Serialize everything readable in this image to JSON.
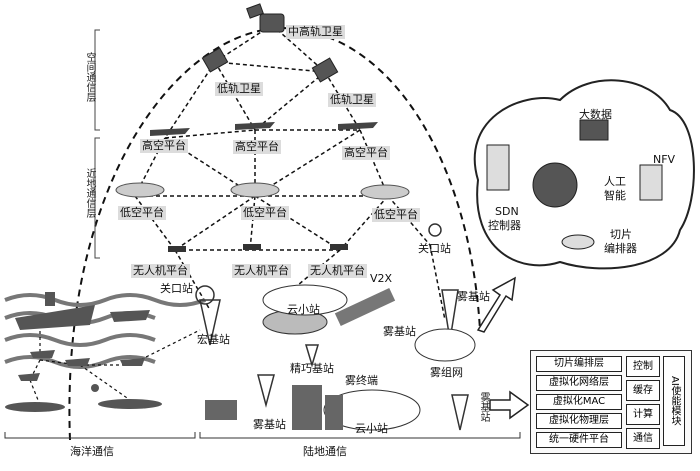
{
  "layers": {
    "space": "空间通信层",
    "near_ground": "近地通信层",
    "ocean": "海洋通信",
    "land": "陆地通信"
  },
  "sky": {
    "mid_high_sat": "中高轨卫星",
    "leo_left": "低轨卫星",
    "leo_right": "低轨卫星",
    "high_alt_1": "高空平台",
    "high_alt_2": "高空平台",
    "high_alt_3": "高空平台",
    "low_alt_1": "低空平台",
    "low_alt_2": "低空平台",
    "low_alt_3": "低空平台",
    "uav_1": "无人机平台",
    "uav_2": "无人机平台",
    "uav_3": "无人机平台"
  },
  "ground": {
    "gateway_left": "关口站",
    "gateway_right": "关口站",
    "macro_bs": "宏基站",
    "cloud_station_top": "云小站",
    "cloud_station_bottom": "云小站",
    "v2x": "V2X",
    "fog_bs_top": "雾基站",
    "fog_bs_mid": "雾基站",
    "fog_bs_left": "雾基站",
    "fog_bs_right": "雾基站",
    "pico_bs": "精巧基站",
    "fog_terminal": "雾终端",
    "fog_network": "雾组网"
  },
  "cloud_panel": {
    "big_data": "大数据",
    "nfv": "NFV",
    "sdn_line1": "SDN",
    "sdn_line2": "控制器",
    "ai_line1": "人工",
    "ai_line2": "智能",
    "slice_line1": "切片",
    "slice_line2": "编排器"
  },
  "stack_panel": {
    "layers": [
      "切片编排层",
      "虚拟化网络层",
      "虚拟化MAC",
      "虚拟化物理层",
      "统一硬件平台"
    ],
    "side": [
      "控制",
      "缓存",
      "计算",
      "通信"
    ],
    "ai_module": "AI使能模块"
  }
}
